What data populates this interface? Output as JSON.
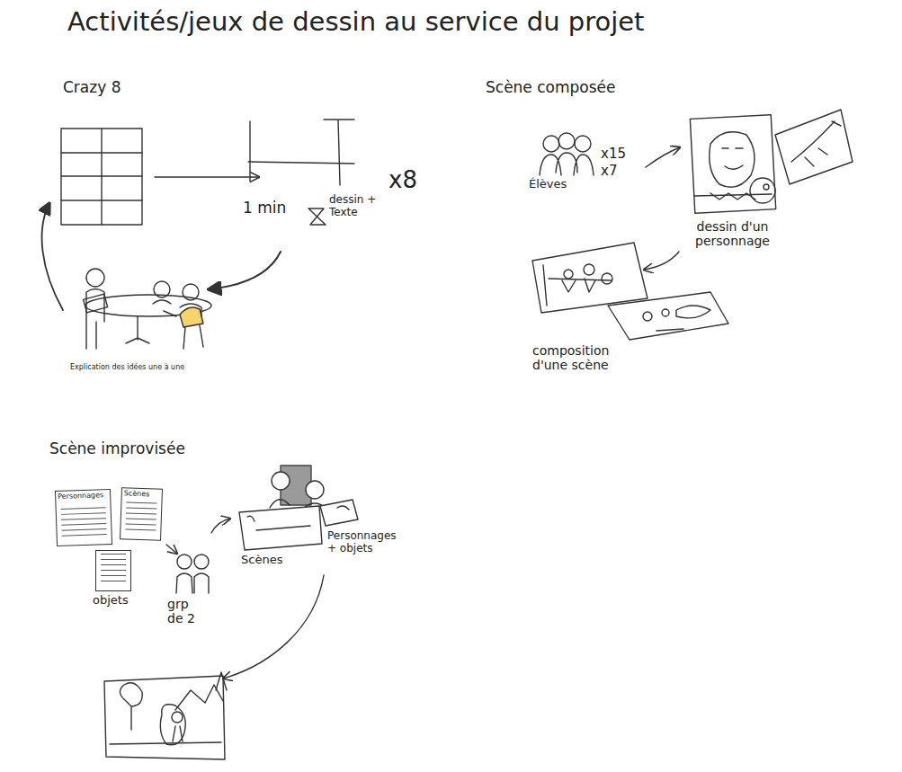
{
  "diagram": {
    "title": "Activités/jeux de dessin au service du projet",
    "nodes": [
      {
        "text": [
          "Personnages"
        ]
      },
      {
        "text": [
          "Scènes"
        ]
      },
      {
        "text": [
          "objets"
        ]
      }
    ],
    "labels": [
      "Crazy 8",
      "1 min",
      "dessin + Texte",
      "x8",
      "Explication des idées une à une",
      "Scène composée",
      "Élèves",
      "x15",
      "x7",
      "dessin d'un personnage",
      "composition d'une scène",
      "Scène improvisée",
      "grp de 2",
      "Scènes",
      "Personnages + objets"
    ]
  }
}
